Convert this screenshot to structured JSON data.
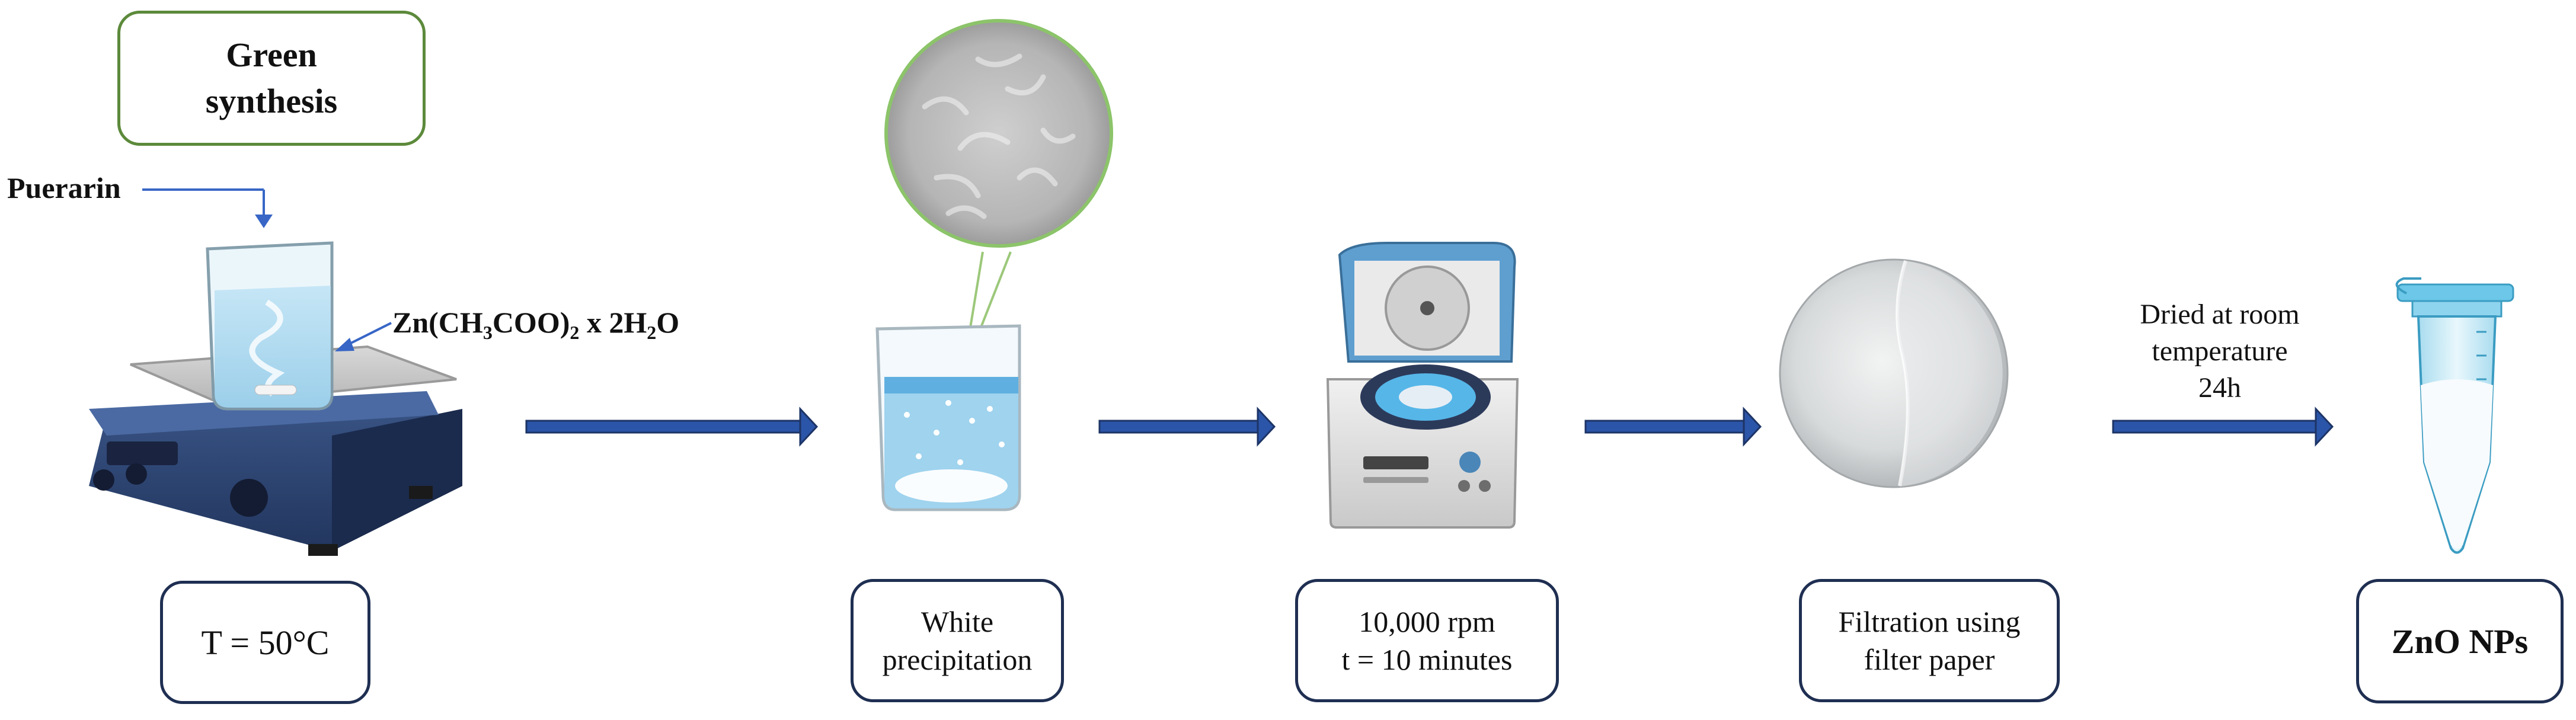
{
  "header": {
    "line1": "Green",
    "line2": "synthesis"
  },
  "reagents": {
    "puerarin": "Puerarin",
    "zinc_prefix": "Zn(CH",
    "zinc_sub1": "3",
    "zinc_mid": "COO)",
    "zinc_sub2": "2",
    "zinc_suffix": " x 2H",
    "zinc_sub3": "2",
    "zinc_end": "O"
  },
  "steps": [
    {
      "line1": "T = 50°C",
      "line2": ""
    },
    {
      "line1": "White",
      "line2": "precipitation"
    },
    {
      "line1": "10,000 rpm",
      "line2": "t = 10 minutes"
    },
    {
      "line1": "Filtration using",
      "line2": "filter paper"
    },
    {
      "line1": "ZnO NPs",
      "line2": ""
    }
  ],
  "drying": {
    "line1": "Dried at room",
    "line2": "temperature",
    "line3": "24h"
  },
  "colors": {
    "box_border": "#1f2f52",
    "header_border": "#5c8a3b",
    "arrow": "#2b55a8",
    "arrow_edge": "#1d3466"
  }
}
